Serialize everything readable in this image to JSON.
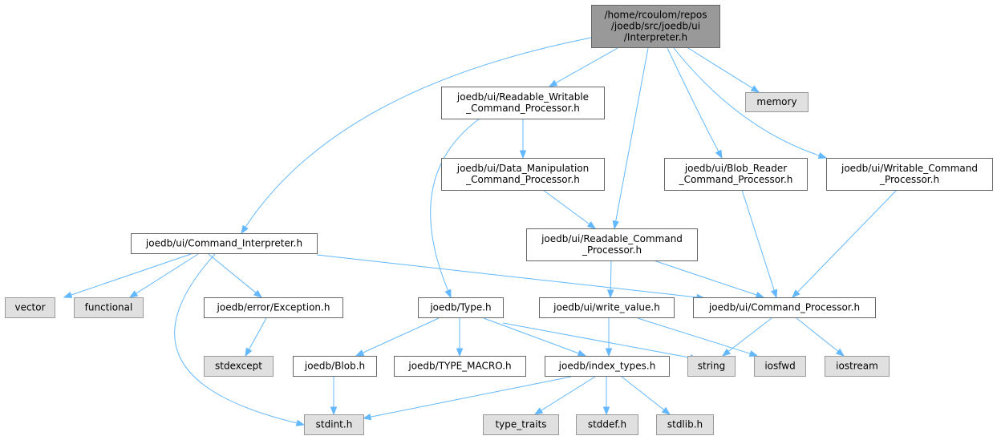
{
  "colors": {
    "root_fill": "#999999",
    "root_stroke": "#666666",
    "node_fill": "#ffffff",
    "node_stroke": "#666666",
    "external_fill": "#e0e0e0",
    "external_stroke": "#999999",
    "edge": "#63b8ff"
  },
  "nodes": [
    {
      "id": "interpreter",
      "kind": "root",
      "lines": [
        "/home/rcoulom/repos",
        "/joedb/src/joedb/ui",
        "/Interpreter.h"
      ]
    },
    {
      "id": "readable-writable-cp",
      "kind": "normal",
      "lines": [
        "joedb/ui/Readable_Writable",
        "_Command_Processor.h"
      ]
    },
    {
      "id": "memory",
      "kind": "external",
      "lines": [
        "memory"
      ]
    },
    {
      "id": "data-manipulation-cp",
      "kind": "normal",
      "lines": [
        "joedb/ui/Data_Manipulation",
        "_Command_Processor.h"
      ]
    },
    {
      "id": "blob-reader-cp",
      "kind": "normal",
      "lines": [
        "joedb/ui/Blob_Reader",
        "_Command_Processor.h"
      ]
    },
    {
      "id": "writable-cp",
      "kind": "normal",
      "lines": [
        "joedb/ui/Writable_Command",
        "_Processor.h"
      ]
    },
    {
      "id": "command-interpreter",
      "kind": "normal",
      "lines": [
        "joedb/ui/Command_Interpreter.h"
      ]
    },
    {
      "id": "readable-cp",
      "kind": "normal",
      "lines": [
        "joedb/ui/Readable_Command",
        "_Processor.h"
      ]
    },
    {
      "id": "vector",
      "kind": "external",
      "lines": [
        "vector"
      ]
    },
    {
      "id": "functional",
      "kind": "external",
      "lines": [
        "functional"
      ]
    },
    {
      "id": "exception",
      "kind": "normal",
      "lines": [
        "joedb/error/Exception.h"
      ]
    },
    {
      "id": "type",
      "kind": "normal",
      "lines": [
        "joedb/Type.h"
      ]
    },
    {
      "id": "write-value",
      "kind": "normal",
      "lines": [
        "joedb/ui/write_value.h"
      ]
    },
    {
      "id": "command-processor",
      "kind": "normal",
      "lines": [
        "joedb/ui/Command_Processor.h"
      ]
    },
    {
      "id": "stdexcept",
      "kind": "external",
      "lines": [
        "stdexcept"
      ]
    },
    {
      "id": "blob",
      "kind": "normal",
      "lines": [
        "joedb/Blob.h"
      ]
    },
    {
      "id": "type-macro",
      "kind": "normal",
      "lines": [
        "joedb/TYPE_MACRO.h"
      ]
    },
    {
      "id": "index-types",
      "kind": "normal",
      "lines": [
        "joedb/index_types.h"
      ]
    },
    {
      "id": "string",
      "kind": "external",
      "lines": [
        "string"
      ]
    },
    {
      "id": "iosfwd",
      "kind": "external",
      "lines": [
        "iosfwd"
      ]
    },
    {
      "id": "iostream",
      "kind": "external",
      "lines": [
        "iostream"
      ]
    },
    {
      "id": "stdint",
      "kind": "external",
      "lines": [
        "stdint.h"
      ]
    },
    {
      "id": "type-traits",
      "kind": "external",
      "lines": [
        "type_traits"
      ]
    },
    {
      "id": "stddef",
      "kind": "external",
      "lines": [
        "stddef.h"
      ]
    },
    {
      "id": "stdlib",
      "kind": "external",
      "lines": [
        "stdlib.h"
      ]
    }
  ],
  "edges": [
    {
      "from": "interpreter",
      "to": "command-interpreter"
    },
    {
      "from": "interpreter",
      "to": "readable-writable-cp"
    },
    {
      "from": "interpreter",
      "to": "readable-cp"
    },
    {
      "from": "interpreter",
      "to": "blob-reader-cp"
    },
    {
      "from": "interpreter",
      "to": "writable-cp"
    },
    {
      "from": "interpreter",
      "to": "memory"
    },
    {
      "from": "readable-writable-cp",
      "to": "data-manipulation-cp"
    },
    {
      "from": "readable-writable-cp",
      "to": "type"
    },
    {
      "from": "data-manipulation-cp",
      "to": "readable-cp"
    },
    {
      "from": "readable-cp",
      "to": "write-value"
    },
    {
      "from": "readable-cp",
      "to": "command-processor"
    },
    {
      "from": "blob-reader-cp",
      "to": "command-processor"
    },
    {
      "from": "writable-cp",
      "to": "command-processor"
    },
    {
      "from": "command-interpreter",
      "to": "vector"
    },
    {
      "from": "command-interpreter",
      "to": "functional"
    },
    {
      "from": "command-interpreter",
      "to": "exception"
    },
    {
      "from": "command-interpreter",
      "to": "stdint"
    },
    {
      "from": "command-interpreter",
      "to": "command-processor"
    },
    {
      "from": "exception",
      "to": "stdexcept"
    },
    {
      "from": "type",
      "to": "blob"
    },
    {
      "from": "type",
      "to": "type-macro"
    },
    {
      "from": "type",
      "to": "index-types"
    },
    {
      "from": "type",
      "to": "string"
    },
    {
      "from": "write-value",
      "to": "index-types"
    },
    {
      "from": "write-value",
      "to": "iosfwd"
    },
    {
      "from": "command-processor",
      "to": "string"
    },
    {
      "from": "command-processor",
      "to": "iostream"
    },
    {
      "from": "blob",
      "to": "stdint"
    },
    {
      "from": "index-types",
      "to": "stdint"
    },
    {
      "from": "index-types",
      "to": "type-traits"
    },
    {
      "from": "index-types",
      "to": "stddef"
    },
    {
      "from": "index-types",
      "to": "stdlib"
    }
  ]
}
